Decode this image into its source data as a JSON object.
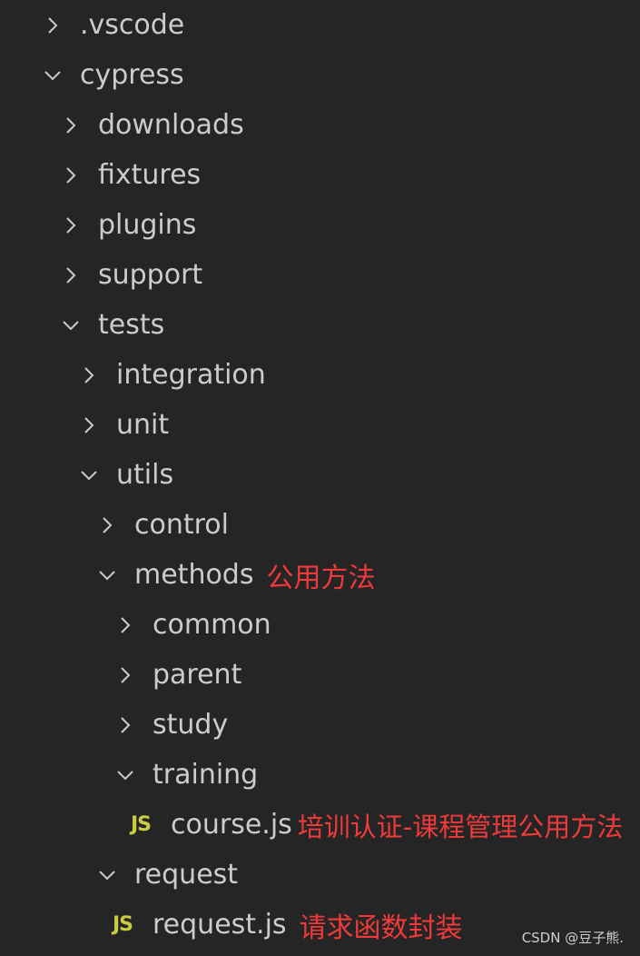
{
  "explorer": {
    "vscode": ".vscode",
    "cypress": "cypress",
    "downloads": "downloads",
    "fixtures": "fixtures",
    "plugins": "plugins",
    "support": "support",
    "tests": "tests",
    "integration": "integration",
    "unit": "unit",
    "utils": "utils",
    "control": "control",
    "methods": "methods",
    "methods_note": "公用方法",
    "common": "common",
    "parent": "parent",
    "study": "study",
    "training": "training",
    "course_js": "course.js",
    "course_note": "培训认证-课程管理公用方法",
    "request": "request",
    "request_js": "request.js",
    "request_note": "请求函数封装",
    "js_badge": "JS"
  },
  "watermark": "CSDN @豆子熊.",
  "colors": {
    "background": "#252526",
    "text": "#cccccc",
    "annotation": "#f03a3a",
    "js_icon": "#cbcb41"
  },
  "icons": {
    "collapsed": "chevron-right-icon",
    "expanded": "chevron-down-icon",
    "file": "js-file-icon"
  }
}
